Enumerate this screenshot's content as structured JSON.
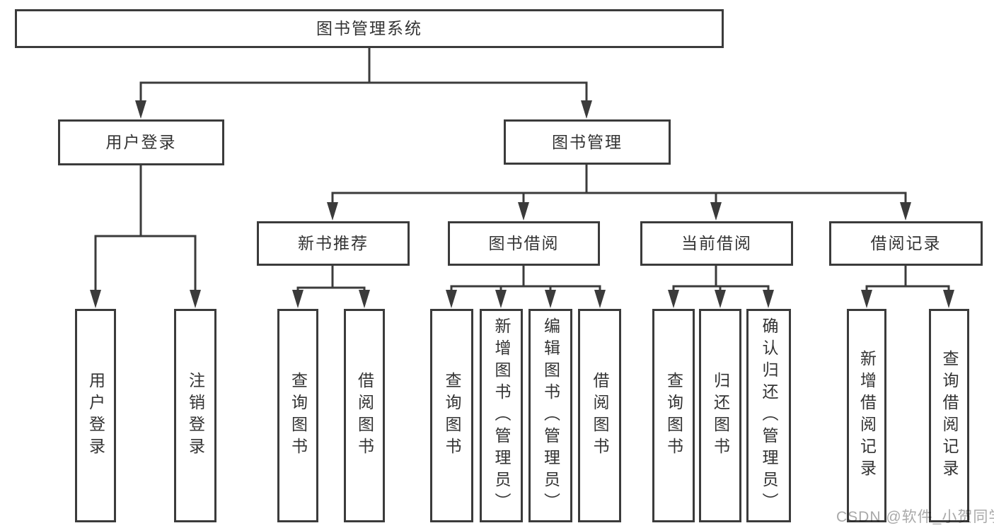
{
  "diagram": {
    "root": "图书管理系统",
    "level2": [
      "用户登录",
      "图书管理"
    ],
    "level3": [
      "新书推荐",
      "图书借阅",
      "当前借阅",
      "借阅记录"
    ],
    "leaves": {
      "user_login": [
        "用户登录",
        "注销登录"
      ],
      "new_book": [
        "查询图书",
        "借阅图书"
      ],
      "book_borrow": [
        "查询图书",
        "新增图书（管理员）",
        "编辑图书（管理员）",
        "借阅图书"
      ],
      "current_borrow": [
        "查询图书",
        "归还图书",
        "确认归还（管理员）"
      ],
      "borrow_records": [
        "新增借阅记录",
        "查询借阅记录"
      ]
    }
  },
  "watermark": "CSDN @软件_小贺同学",
  "colors": {
    "line": "#3b3b3b",
    "text": "#333333",
    "watermark": "#a9a9a9",
    "background": "#ffffff"
  }
}
